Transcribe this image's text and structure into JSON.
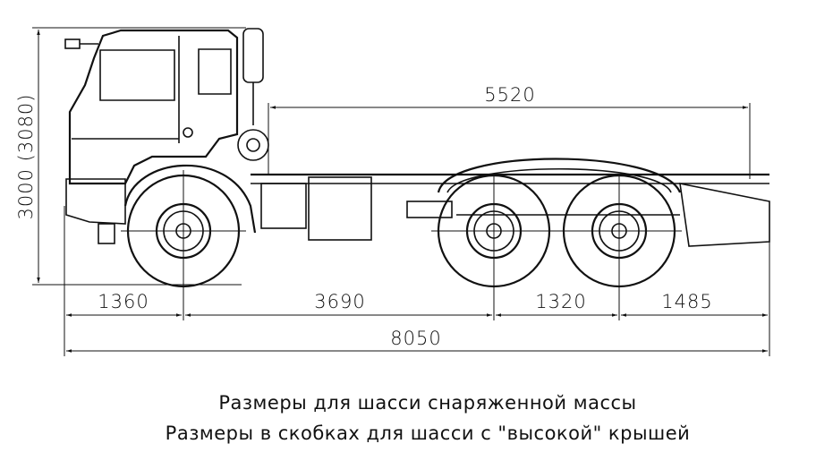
{
  "dimensions": {
    "height": "3000 (3080)",
    "frame_length": "5520",
    "front_overhang": "1360",
    "wheelbase_front": "3690",
    "rear_axle_spacing": "1320",
    "rear_overhang": "1485",
    "overall_length": "8050"
  },
  "caption": {
    "line1": "Размеры для шасси снаряженной массы",
    "line2": "Размеры в скобках для шасси с \"высокой\" крышей"
  }
}
